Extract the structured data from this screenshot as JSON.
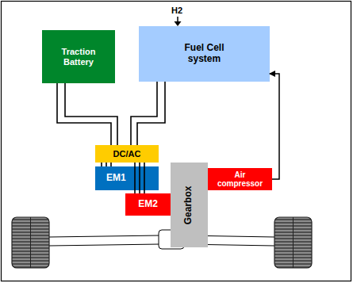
{
  "diagram": {
    "nodes": [
      {
        "text": [
          "Traction Battery"
        ]
      },
      {
        "text": [
          "Fuel Cell system"
        ]
      },
      {
        "text": [
          "DC/AC"
        ]
      },
      {
        "text": [
          "EM1"
        ]
      },
      {
        "text": [
          "Gearbox"
        ]
      },
      {
        "text": [
          "Air compressor"
        ]
      },
      {
        "text": [
          "EM2"
        ]
      }
    ],
    "edges": [
      {
        "from": 0,
        "to": 2,
        "arrow": "none"
      },
      {
        "from": 1,
        "to": 2,
        "arrow": "none"
      },
      {
        "from": 2,
        "to": 3,
        "arrow": "none"
      },
      {
        "from": 2,
        "to": 6,
        "arrow": "none"
      },
      {
        "from": 5,
        "to": 1,
        "arrow": "to"
      }
    ],
    "labels": [
      "H2"
    ]
  }
}
